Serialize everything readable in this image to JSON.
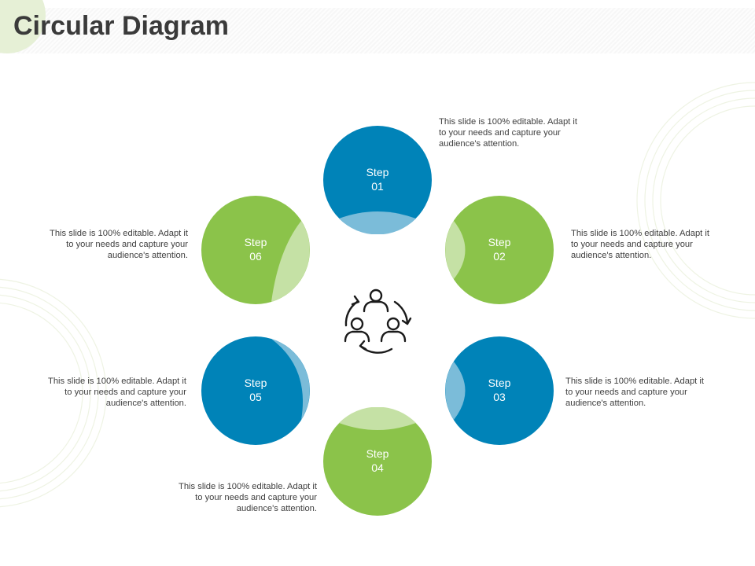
{
  "title": "Circular Diagram",
  "colors": {
    "blue": "#0083b8",
    "blue_light": "#7bbcd9",
    "green": "#8bc34a",
    "green_light": "#c5e1a5",
    "text": "#3f3f3f",
    "title": "#3a3a3a"
  },
  "center_icon": "team-cycle-icon",
  "steps": [
    {
      "step": "Step",
      "number": "01",
      "color": "blue",
      "description": "This slide is 100% editable. Adapt it to your needs and capture your audience's attention."
    },
    {
      "step": "Step",
      "number": "02",
      "color": "green",
      "description": "This slide is 100% editable. Adapt it to your needs and capture your audience's attention."
    },
    {
      "step": "Step",
      "number": "03",
      "color": "blue",
      "description": "This slide is 100% editable. Adapt it to your needs and capture your audience's attention."
    },
    {
      "step": "Step",
      "number": "04",
      "color": "green",
      "description": "This slide is 100% editable. Adapt it to your needs and capture your audience's attention."
    },
    {
      "step": "Step",
      "number": "05",
      "color": "blue",
      "description": "This slide is 100% editable. Adapt it to your needs and capture your audience's attention."
    },
    {
      "step": "Step",
      "number": "06",
      "color": "green",
      "description": "This slide is 100% editable. Adapt it to your needs and capture your audience's attention."
    }
  ]
}
